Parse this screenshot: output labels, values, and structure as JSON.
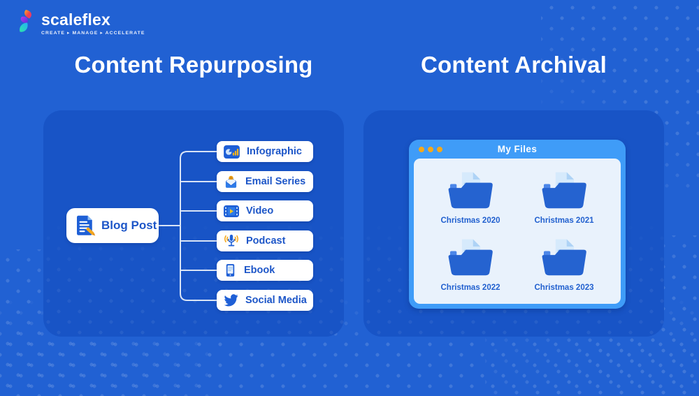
{
  "brand": {
    "name": "scaleflex",
    "tagline": "CREATE ▸ MANAGE ▸ ACCELERATE"
  },
  "headings": {
    "left": "Content Repurposing",
    "right": "Content Archival"
  },
  "repurposing": {
    "source": {
      "label": "Blog Post",
      "icon": "blog-post-document-pencil"
    },
    "outputs": [
      {
        "label": "Infographic",
        "icon": "infographic-chart-icon"
      },
      {
        "label": "Email Series",
        "icon": "email-envelope-icon"
      },
      {
        "label": "Video",
        "icon": "video-film-play-icon"
      },
      {
        "label": "Podcast",
        "icon": "podcast-microphone-icon"
      },
      {
        "label": "Ebook",
        "icon": "ebook-ereader-icon"
      },
      {
        "label": "Social Media",
        "icon": "twitter-bird-icon"
      }
    ]
  },
  "archival": {
    "window_title": "My Files",
    "folders": [
      "Christmas 2020",
      "Christmas 2021",
      "Christmas 2022",
      "Christmas 2023"
    ]
  },
  "colors": {
    "background": "#2161D3",
    "panel": "#1854C6",
    "pill_text": "#1D56C8",
    "icon_blue": "#1E5FD6",
    "accent_yellow": "#F5A81C",
    "window_frame": "#3F9CF8",
    "window_content": "#E9F2FC",
    "connector_line": "#D9E4F6",
    "folder_blue": "#2563D0"
  }
}
